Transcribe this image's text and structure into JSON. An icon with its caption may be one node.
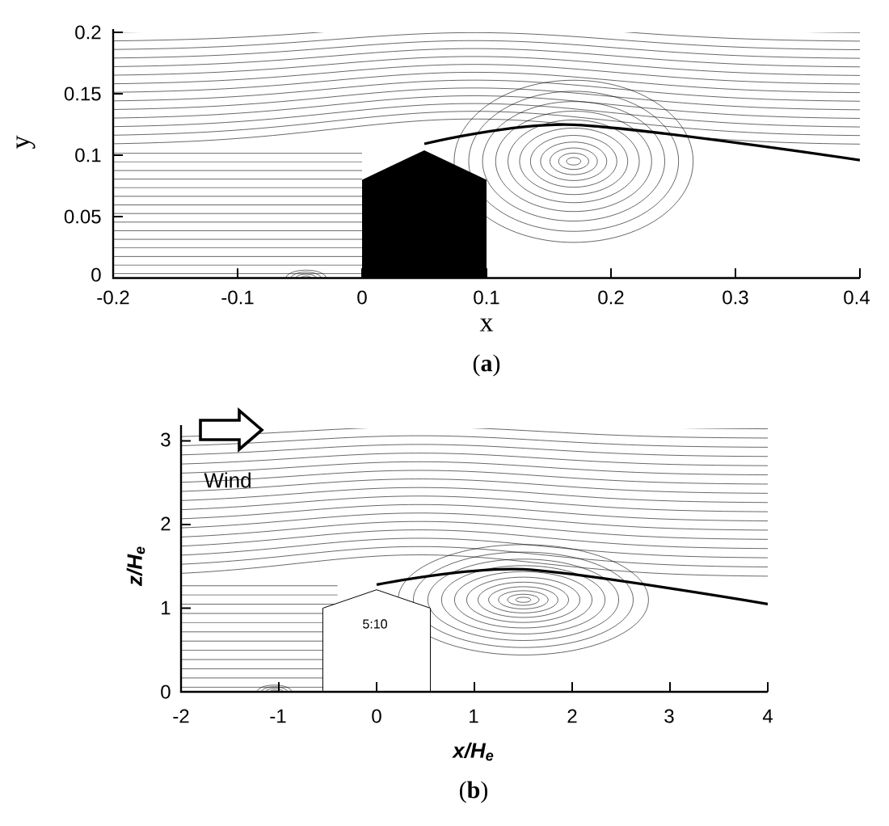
{
  "diagram": {
    "labels": [
      "0.2",
      "0.15",
      "0.1",
      "y",
      "0.05",
      "0",
      "-0.2",
      "-0.1",
      "0",
      "0.1",
      "0.2",
      "0.3",
      "0.4",
      "x",
      "(**a**)",
      "3",
      "Wind",
      "2",
      "z/H$_{e}$",
      "1",
      "5:10",
      "0",
      "-2",
      "-1",
      "0",
      "1",
      "2",
      "3",
      "4",
      "x/H$_{e}$",
      "(**b**)"
    ]
  }
}
